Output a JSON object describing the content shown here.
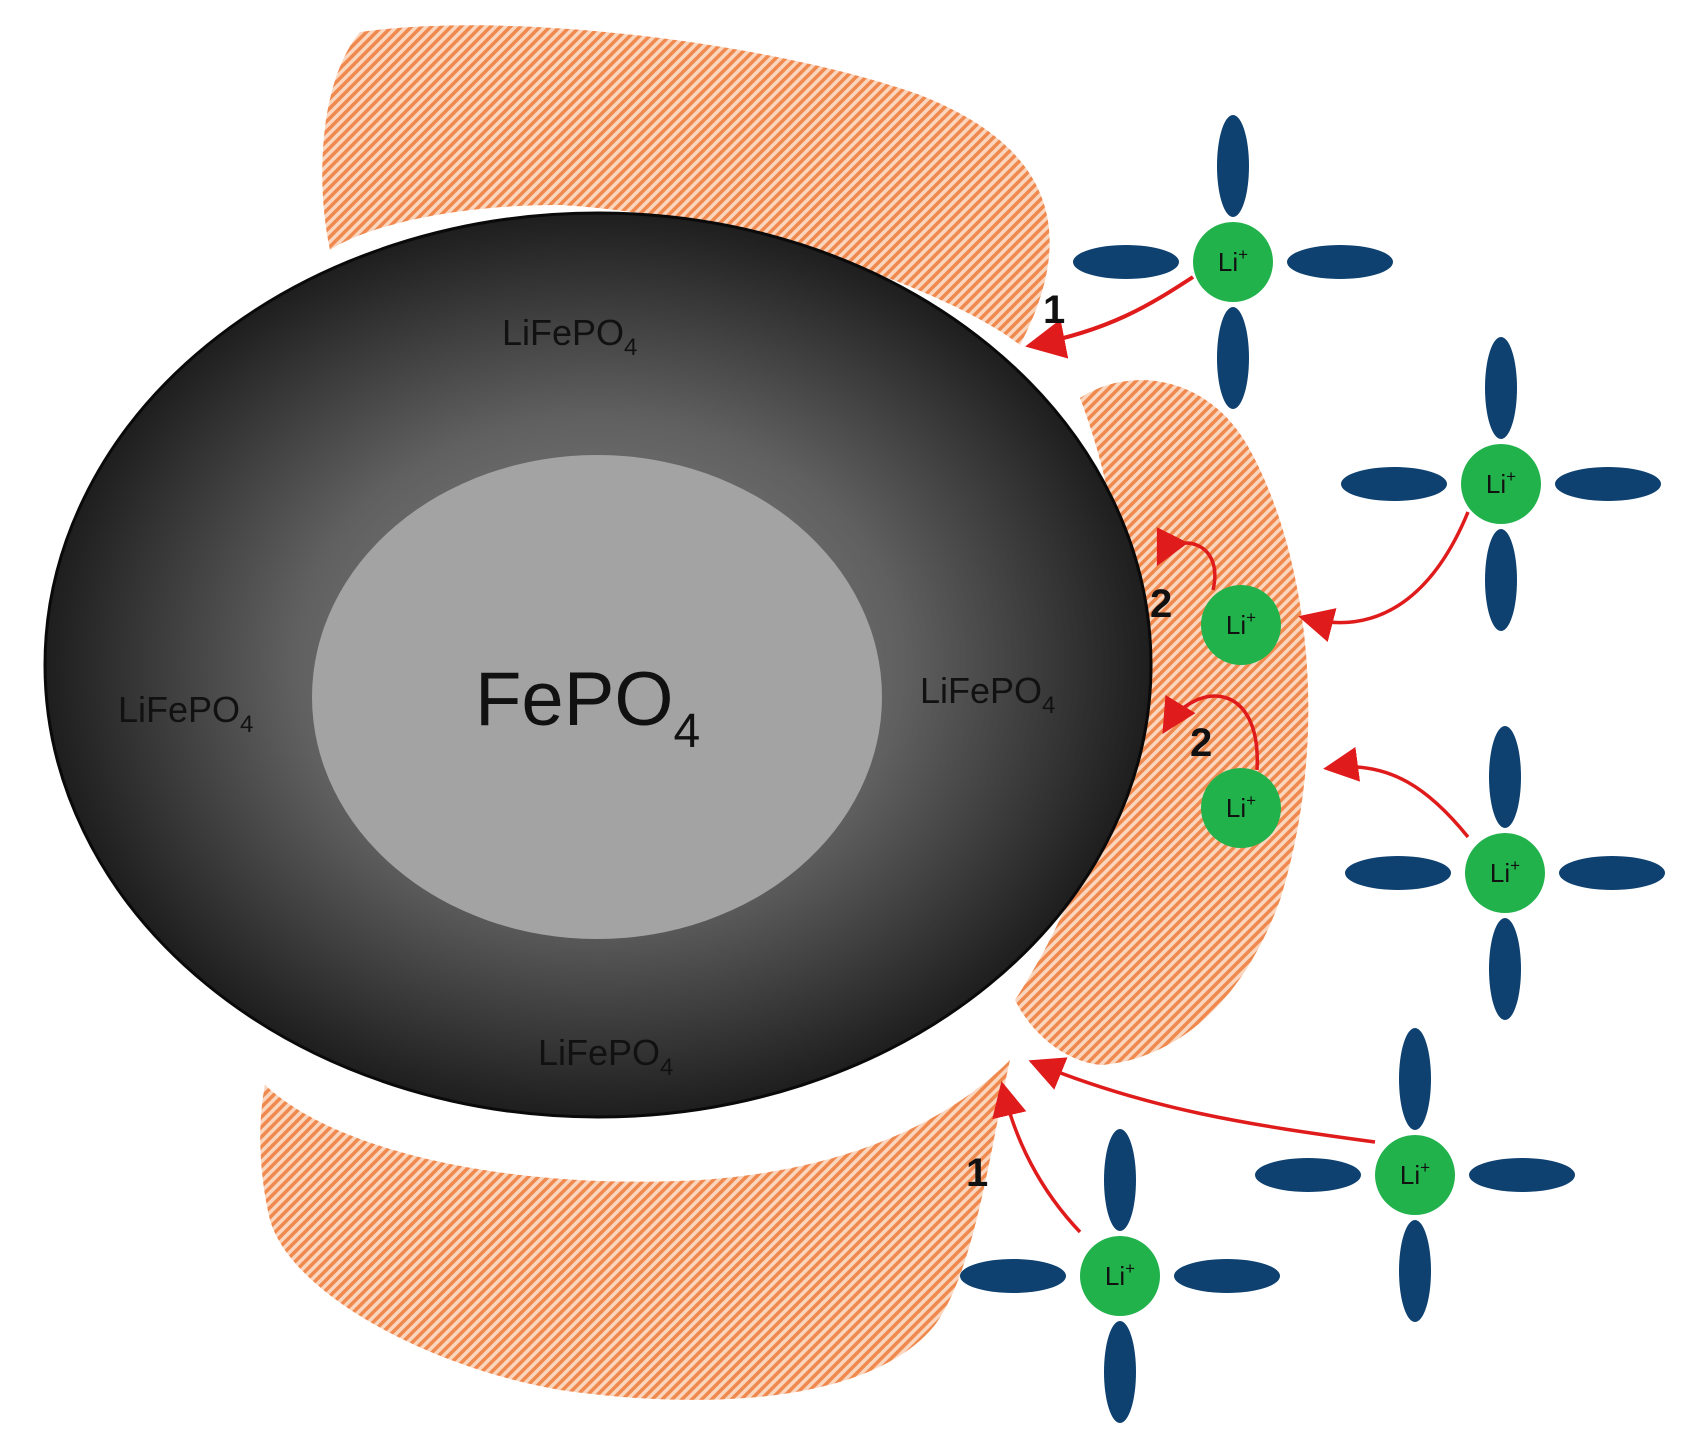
{
  "diagram": {
    "core": {
      "label": "FePO",
      "subscript": "4"
    },
    "shell": {
      "label": "LiFePO",
      "subscript": "4"
    },
    "ion": {
      "label": "Li",
      "charge": "+"
    },
    "steps": {
      "one": "1",
      "two": "2"
    },
    "colors": {
      "core": "#a3a3a3",
      "shell_center": "#7a7a7a",
      "shell_edge": "#1c1c1c",
      "coating": "#f4a071",
      "ion": "#22b24c",
      "solvent": "#0e4170",
      "arrow": "#e01b1b"
    }
  }
}
